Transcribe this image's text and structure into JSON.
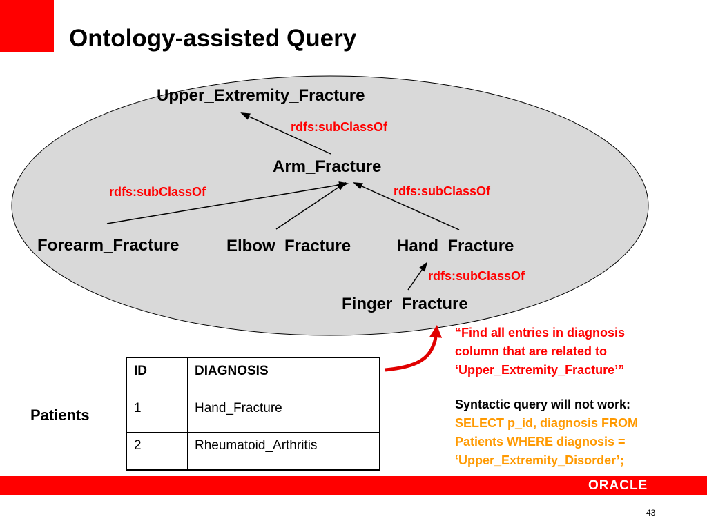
{
  "slide": {
    "title": "Ontology-assisted Query",
    "page_number": "43",
    "logo_text": "ORACLE",
    "colors": {
      "accent": "#ff0000",
      "orange": "#ff9900",
      "ellipse_fill": "#d9d9d9"
    }
  },
  "ontology": {
    "nodes": {
      "upper": "Upper_Extremity_Fracture",
      "arm": "Arm_Fracture",
      "forearm": "Forearm_Fracture",
      "elbow": "Elbow_Fracture",
      "hand": "Hand_Fracture",
      "finger": "Finger_Fracture"
    },
    "relations": {
      "upper_arm": "rdfs:subClassOf",
      "forearm_arm": "rdfs:subClassOf",
      "hand_arm": "rdfs:subClassOf",
      "finger_hand": "rdfs:subClassOf"
    }
  },
  "patients": {
    "label": "Patients",
    "headers": {
      "id": "ID",
      "diagnosis": "DIAGNOSIS"
    },
    "rows": [
      {
        "id": "1",
        "diagnosis": "Hand_Fracture"
      },
      {
        "id": "2",
        "diagnosis": "Rheumatoid_Arthritis"
      }
    ]
  },
  "note": {
    "quote_line1": "“Find all entries in diagnosis",
    "quote_line2": "column that are related to",
    "quote_line3": "‘Upper_Extremity_Fracture’”",
    "syntactic_heading": "Syntactic query will not work:",
    "sql_line1": "SELECT p_id, diagnosis FROM",
    "sql_line2": "Patients WHERE diagnosis =",
    "sql_line3": "‘Upper_Extremity_Disorder’;"
  }
}
